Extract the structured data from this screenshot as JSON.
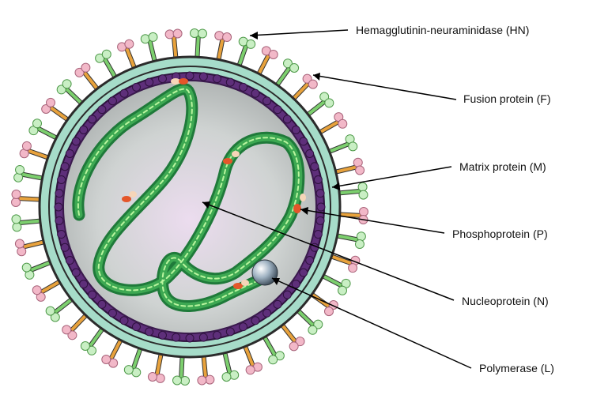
{
  "labels": {
    "hn": "Hemagglutinin-neuraminidase (HN)",
    "f": "Fusion protein (F)",
    "m": "Matrix protein (M)",
    "p": "Phosphoprotein (P)",
    "n": "Nucleoprotein (N)",
    "l": "Polymerase (L)"
  },
  "colors": {
    "envelope_fill": "#a6dcc9",
    "envelope_outline": "#2b2b2b",
    "matrix_layer": "#5e2f7a",
    "interior": "#c9cfcd",
    "interior_glow": "#ecdcef",
    "nucleocapsid_dark": "#1f7a3a",
    "nucleocapsid_light": "#7fe06a",
    "hn_stalk": "#e8a23c",
    "hn_head": "#f2b8c8",
    "f_stalk": "#7ccf6e",
    "f_head": "#c9efc4",
    "phosphoprotein": "#e4562a",
    "polymerase": "#8aa0b5",
    "leader_line": "#000000"
  }
}
